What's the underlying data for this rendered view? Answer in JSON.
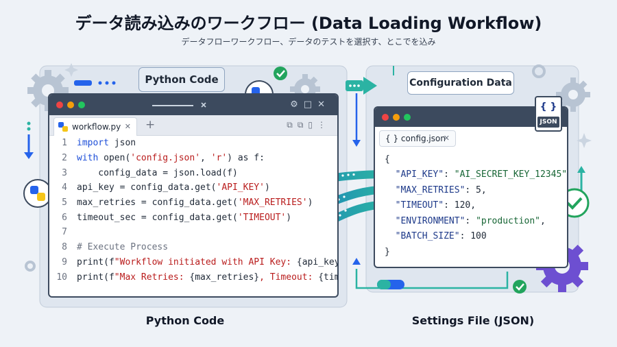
{
  "title": "データ読み込みのワークフロー (Data Loading Workflow)",
  "subtitle": "データフローワークフロー、データのテストを選択す、とこでを込み",
  "python_label": "Python Code",
  "config_label": "Configuration Data",
  "editor": {
    "tab_name": "workflow.py",
    "tab_plus": "+",
    "code_lines": [
      {
        "num": "1",
        "parts": [
          {
            "c": "kw",
            "t": "import"
          },
          {
            "c": "tx",
            "t": " json"
          }
        ]
      },
      {
        "num": "2",
        "parts": [
          {
            "c": "kw",
            "t": "with"
          },
          {
            "c": "tx",
            "t": " open("
          },
          {
            "c": "str",
            "t": "'config.json'"
          },
          {
            "c": "tx",
            "t": ", "
          },
          {
            "c": "str",
            "t": "'r'"
          },
          {
            "c": "tx",
            "t": ") as f:"
          }
        ]
      },
      {
        "num": "3",
        "parts": [
          {
            "c": "tx",
            "t": "    config_data = json.load(f)"
          }
        ]
      },
      {
        "num": "4",
        "parts": [
          {
            "c": "tx",
            "t": "api_key = config_data.get("
          },
          {
            "c": "str",
            "t": "'API_KEY'"
          },
          {
            "c": "tx",
            "t": ")"
          }
        ]
      },
      {
        "num": "5",
        "parts": [
          {
            "c": "tx",
            "t": "max_retries = config_data.get("
          },
          {
            "c": "str",
            "t": "'MAX_RETRIES'"
          },
          {
            "c": "tx",
            "t": ")"
          }
        ]
      },
      {
        "num": "6",
        "parts": [
          {
            "c": "tx",
            "t": "timeout_sec = config_data.get("
          },
          {
            "c": "str",
            "t": "'TIMEOUT'"
          },
          {
            "c": "tx",
            "t": ")"
          }
        ]
      },
      {
        "num": "7",
        "parts": []
      },
      {
        "num": "8",
        "parts": [
          {
            "c": "cm",
            "t": "# Execute Process"
          }
        ]
      },
      {
        "num": "9",
        "parts": [
          {
            "c": "tx",
            "t": "print(f"
          },
          {
            "c": "str",
            "t": "\"Workflow initiated with API Key: "
          },
          {
            "c": "tx",
            "t": "{api_key[:"
          }
        ]
      },
      {
        "num": "10",
        "parts": [
          {
            "c": "tx",
            "t": "print(f"
          },
          {
            "c": "str",
            "t": "\"Max Retries: "
          },
          {
            "c": "tx",
            "t": "{max_retries}"
          },
          {
            "c": "str",
            "t": ", Timeout: "
          },
          {
            "c": "tx",
            "t": "{timeo"
          }
        ]
      }
    ]
  },
  "config": {
    "tab_name": "{ } config.json",
    "lines": [
      {
        "parts": [
          {
            "c": "jn",
            "t": "{"
          }
        ]
      },
      {
        "parts": [
          {
            "c": "jk",
            "t": "  \"API_KEY\""
          },
          {
            "c": "jn",
            "t": ": "
          },
          {
            "c": "jv",
            "t": "\"AI_SECRET_KEY_12345\""
          },
          {
            "c": "jn",
            "t": ","
          }
        ]
      },
      {
        "parts": [
          {
            "c": "jk",
            "t": "  \"MAX_RETRIES\""
          },
          {
            "c": "jn",
            "t": ": 5,"
          }
        ]
      },
      {
        "parts": [
          {
            "c": "jk",
            "t": "  \"TIMEOUT\""
          },
          {
            "c": "jn",
            "t": ": 120,"
          }
        ]
      },
      {
        "parts": [
          {
            "c": "jk",
            "t": "  \"ENVIRONMENT\""
          },
          {
            "c": "jn",
            "t": ": "
          },
          {
            "c": "jv",
            "t": "\"production\""
          },
          {
            "c": "jn",
            "t": ","
          }
        ]
      },
      {
        "parts": [
          {
            "c": "jk",
            "t": "  \"BATCH_SIZE\""
          },
          {
            "c": "jn",
            "t": ": 100"
          }
        ]
      },
      {
        "parts": [
          {
            "c": "jn",
            "t": "}"
          }
        ]
      }
    ]
  },
  "json_badge": {
    "braces": "{ }",
    "tag": "JSON"
  },
  "captions": {
    "python": "Python Code",
    "settings": "Settings File (JSON)"
  },
  "colors": {
    "teal": "#2bb3a3",
    "navy": "#3c4a5e",
    "blue": "#2563eb",
    "green": "#22a45d",
    "purple": "#6d4fd1"
  }
}
